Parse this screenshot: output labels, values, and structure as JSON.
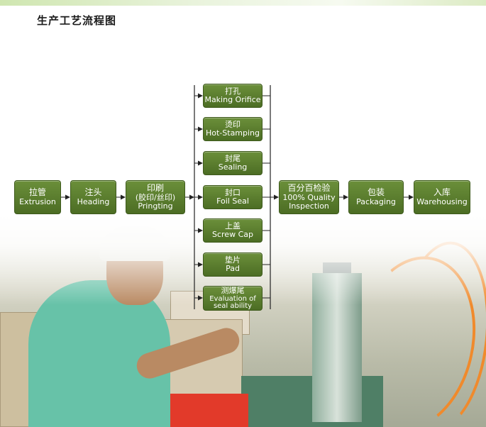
{
  "page": {
    "title": "生产工艺流程图"
  },
  "flow": {
    "main_steps": [
      {
        "cn": "拉管",
        "en": "Extrusion"
      },
      {
        "cn": "注头",
        "en": "Heading"
      },
      {
        "cn": "印刷",
        "en": "(胶印/丝印)",
        "en2": "Pringting"
      },
      {
        "cn": "百分百检验",
        "en": "100% Quality",
        "en2": "Inspection"
      },
      {
        "cn": "包装",
        "en": "Packaging"
      },
      {
        "cn": "入库",
        "en": "Warehousing"
      }
    ],
    "sub_steps": [
      {
        "cn": "打孔",
        "en": "Making Orifice"
      },
      {
        "cn": "烫印",
        "en": "Hot-Stamping"
      },
      {
        "cn": "封尾",
        "en": "Sealing"
      },
      {
        "cn": "封口",
        "en": "Foil Seal"
      },
      {
        "cn": "上盖",
        "en": "Screw Cap"
      },
      {
        "cn": "垫片",
        "en": "Pad"
      },
      {
        "cn": "测爆尾",
        "en": "Evaluation of",
        "en2": "seal ability"
      }
    ]
  },
  "colors": {
    "node_fill": "#5a7d2e",
    "node_border": "#3e5a1c",
    "arrow": "#222222",
    "text": "#ffffff"
  }
}
